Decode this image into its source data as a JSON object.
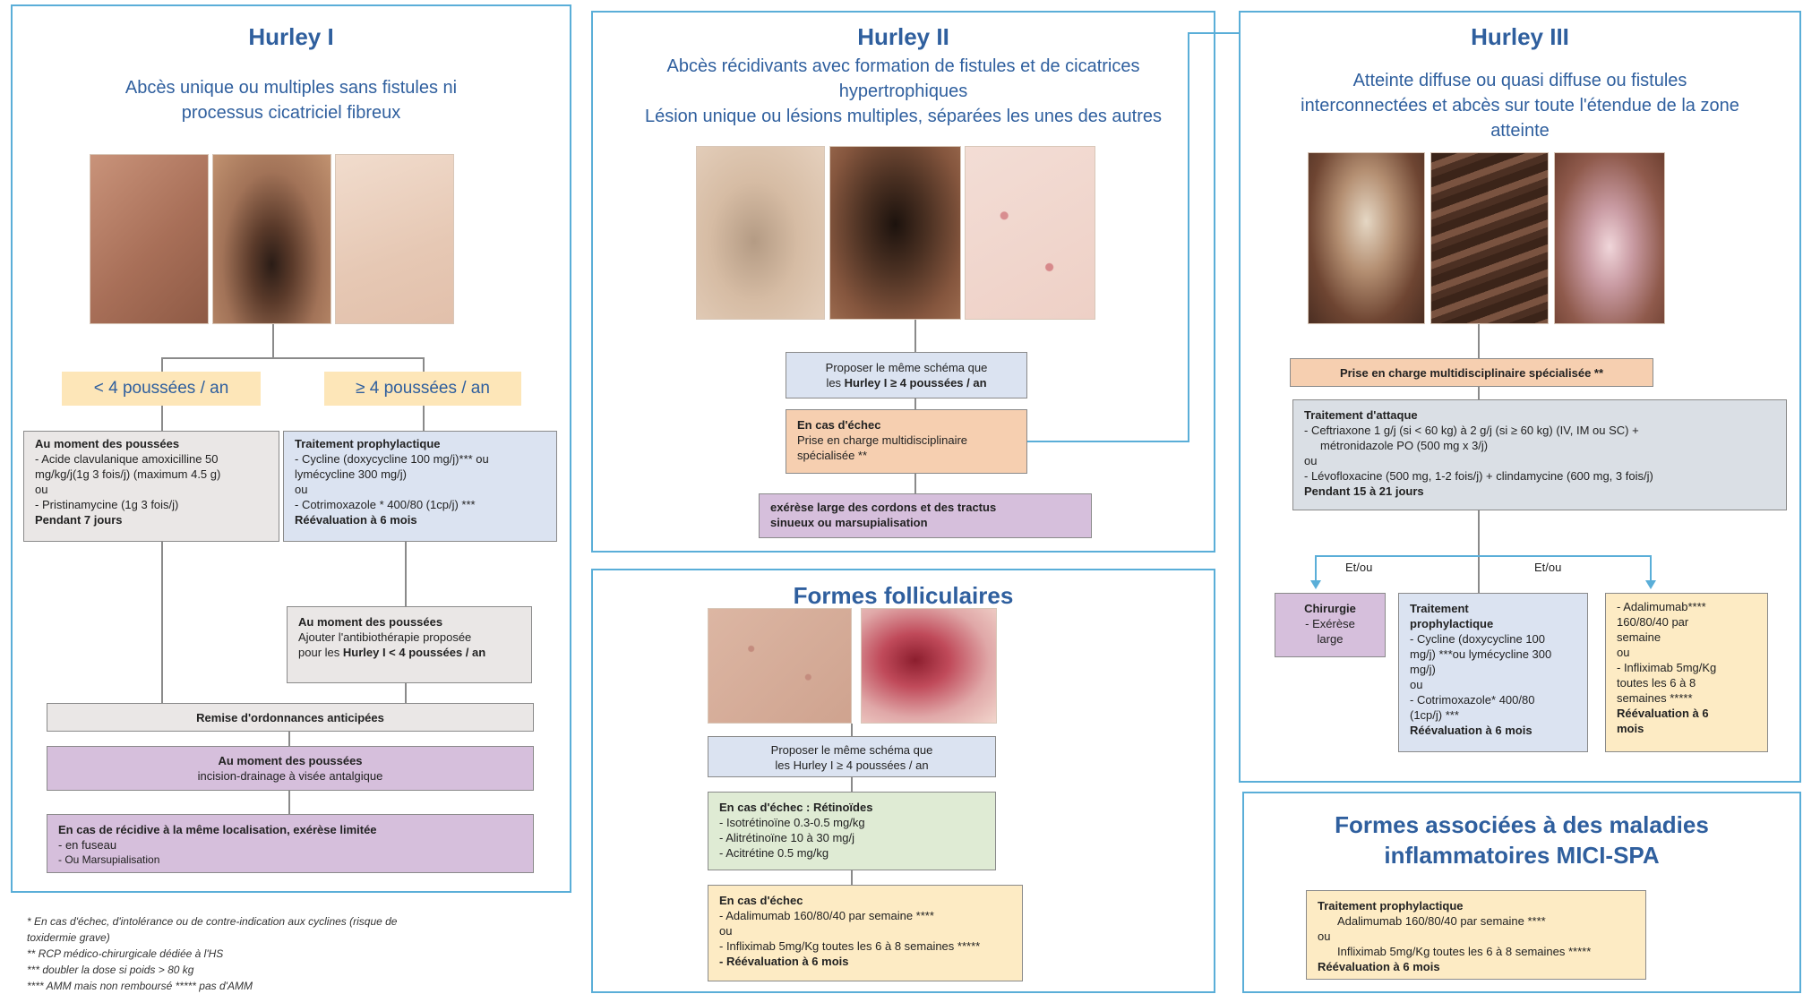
{
  "hurley1": {
    "title": "Hurley I",
    "subtitle_line1": "Abcès unique ou multiples sans fistules ni",
    "subtitle_line2": "processus cicatriciel fibreux",
    "tag_left": "< 4 poussées / an",
    "tag_right": "≥ 4 poussées / an",
    "box_left": {
      "title": "Au moment des poussées",
      "line1": "- Acide clavulanique amoxicilline 50",
      "line2": "mg/kg/j(1g 3 fois/j) (maximum 4.5 g)",
      "line3": "ou",
      "line4": "- Pristinamycine  (1g 3 fois/j)",
      "line5": "Pendant 7 jours"
    },
    "box_right": {
      "title": "Traitement prophylactique",
      "line1": "- Cycline (doxycycline 100 mg/j)*** ou",
      "line2": "lymécycline 300 mg/j)",
      "line3": "ou",
      "line4": "- Cotrimoxazole * 400/80 (1cp/j) ***",
      "line5": "Réévaluation à 6 mois"
    },
    "box_flare": {
      "title": "Au moment des poussées",
      "line1": "Ajouter l'antibiothérapie proposée",
      "line2_pre": "pour les ",
      "line2_bold": "Hurley I < 4 poussées / an"
    },
    "box_remise": "Remise d'ordonnances anticipées",
    "box_incision": {
      "title": "Au moment des poussées",
      "line1": "incision-drainage à visée antalgique"
    },
    "box_recidive": {
      "title": "En cas de récidive à la même localisation, exérèse limitée",
      "line1": "- en fuseau",
      "line2": "- Ou Marsupialisation"
    }
  },
  "hurley2": {
    "title": "Hurley II",
    "subtitle_line1": "Abcès récidivants avec formation de fistules et de cicatrices",
    "subtitle_line2": "hypertrophiques",
    "subtitle_line3": "Lésion unique ou lésions multiples, séparées les unes des autres",
    "box_same": {
      "line1": "Proposer le même schéma que",
      "line2_pre": "les ",
      "line2_bold": "Hurley I ≥ 4 poussées  / an"
    },
    "box_echec": {
      "title": "En cas d'échec",
      "line1": "Prise en charge multidisciplinaire",
      "line2": "spécialisée **"
    },
    "box_exerese": {
      "line1": "exérèse large des cordons et des tractus",
      "line2": "sinueux ou marsupialisation"
    }
  },
  "folliculaires": {
    "title": "Formes folliculaires",
    "box_same": {
      "line1": "Proposer le même schéma que",
      "line2": "les Hurley I ≥ 4 poussées / an"
    },
    "box_retinoides": {
      "title": "En cas d'échec : Rétinoïdes",
      "line1": "- Isotrétinoïne 0.3-0.5 mg/kg",
      "line2": "- Alitrétinoïne  10 à 30 mg/j",
      "line3": "- Acitrétine 0.5 mg/kg"
    },
    "box_echec": {
      "title": "En cas d'échec",
      "line1": "- Adalimumab 160/80/40 par semaine ****",
      "line2": "ou",
      "line3": "- Infliximab 5mg/Kg toutes les 6 à 8 semaines *****",
      "line4": "- Réévaluation à 6 mois"
    }
  },
  "hurley3": {
    "title": "Hurley III",
    "subtitle_line1": "Atteinte diffuse ou quasi diffuse ou fistules",
    "subtitle_line2": "interconnectées et abcès sur toute l'étendue de la zone",
    "subtitle_line3": "atteinte",
    "box_prise": "Prise en charge multidisciplinaire spécialisée **",
    "box_attaque": {
      "title": "Traitement d'attaque",
      "line1": "- Ceftriaxone 1 g/j (si < 60 kg) à 2 g/j (si ≥ 60 kg) (IV, IM ou SC) +",
      "line2": "métronidazole PO (500 mg x 3/j)",
      "line3": "ou",
      "line4": "- Lévofloxacine (500 mg, 1-2 fois/j) + clindamycine (600 mg, 3 fois/j)",
      "line5": "Pendant 15 à 21 jours"
    },
    "etou_left": "Et/ou",
    "etou_right": "Et/ou",
    "box_chirurgie": {
      "title": "Chirurgie",
      "line1": "- Exérèse",
      "line2": "large"
    },
    "box_prophy": {
      "title": "Traitement",
      "title2": "prophylactique",
      "line1": "- Cycline (doxycycline 100",
      "line2": "mg/j) ***ou lymécycline 300",
      "line3": "mg/j)",
      "line4": "ou",
      "line5": "- Cotrimoxazole* 400/80",
      "line6": "(1cp/j) ***",
      "line7": "Réévaluation à 6 mois"
    },
    "box_bio": {
      "line1": "- Adalimumab****",
      "line2": "160/80/40 par",
      "line3": "semaine",
      "line4": "ou",
      "line5": "- Infliximab 5mg/Kg",
      "line6": "toutes les 6 à 8",
      "line7": "semaines *****",
      "line8": "Réévaluation à 6",
      "line9": "mois"
    }
  },
  "mici": {
    "title_line1": "Formes associées à des maladies",
    "title_line2": "inflammatoires MICI-SPA",
    "box": {
      "title": "Traitement prophylactique",
      "line1": "Adalimumab 160/80/40 par semaine ****",
      "line2": "ou",
      "line3": "Infliximab 5mg/Kg toutes les 6 à 8 semaines *****",
      "line4": "Réévaluation à 6 mois"
    }
  },
  "footnotes": {
    "n1": "* En cas d'échec, d'intolérance ou de contre-indication aux cyclines (risque de",
    "n1b": "toxidermie grave)",
    "n2": "** RCP médico-chirurgicale dédiée à l'HS",
    "n3": "*** doubler la dose si poids > 80 kg",
    "n4": "**** AMM mais non remboursé ***** pas d'AMM"
  },
  "colors": {
    "panel_border": "#5aaed8",
    "title_blue": "#2f5f9e",
    "gray_box": "#eae7e6",
    "blue_box": "#dbe3f1",
    "purple_box": "#d6bfdc",
    "orange_box": "#f6cfb0",
    "green_box": "#dfebd4",
    "yellow_box": "#fdebc4"
  }
}
